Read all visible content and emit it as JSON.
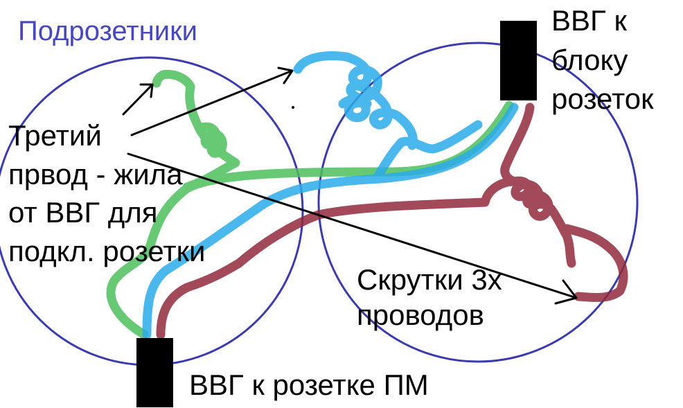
{
  "title": "Подрозетники",
  "labels": {
    "cable_top_lines": [
      "ВВГ к",
      "блоку",
      "розеток"
    ],
    "third_wire_lines": [
      "Третий",
      "првод - жила",
      "от ВВГ для",
      "подкл. розетки"
    ],
    "twists_lines": [
      "Скрутки 3х",
      "проводов"
    ],
    "cable_bottom": "ВВГ к розетке ПМ"
  },
  "colors": {
    "circle": "#3b3bb0",
    "title": "#4747bf",
    "wire_green": "#4cbf5a",
    "wire_blue": "#2aaaea",
    "wire_red": "#922a3c",
    "cable": "#000000",
    "text": "#000000"
  }
}
